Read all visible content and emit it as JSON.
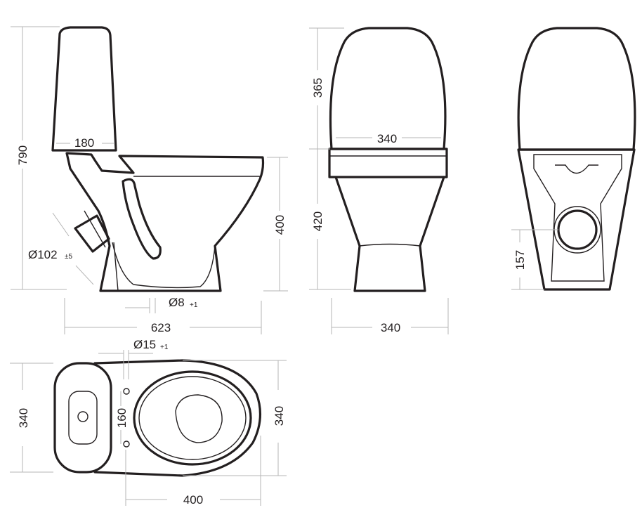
{
  "side_view": {
    "height_total": "790",
    "tank_depth": "180",
    "bowl_height": "400",
    "outlet_diameter": "Ø102",
    "outlet_tolerance": "±5",
    "floor_hole_diameter": "Ø8",
    "floor_hole_tolerance": "+1",
    "length_total": "623"
  },
  "front_view": {
    "tank_height": "365",
    "tank_width": "340",
    "bowl_height": "420",
    "base_width": "340"
  },
  "back_view": {
    "outlet_height": "157"
  },
  "top_view": {
    "seat_hole_diameter": "Ø15",
    "seat_hole_tolerance": "+1",
    "tank_width": "340",
    "seat_hole_spacing": "160",
    "bowl_width": "340",
    "bowl_length": "400"
  }
}
